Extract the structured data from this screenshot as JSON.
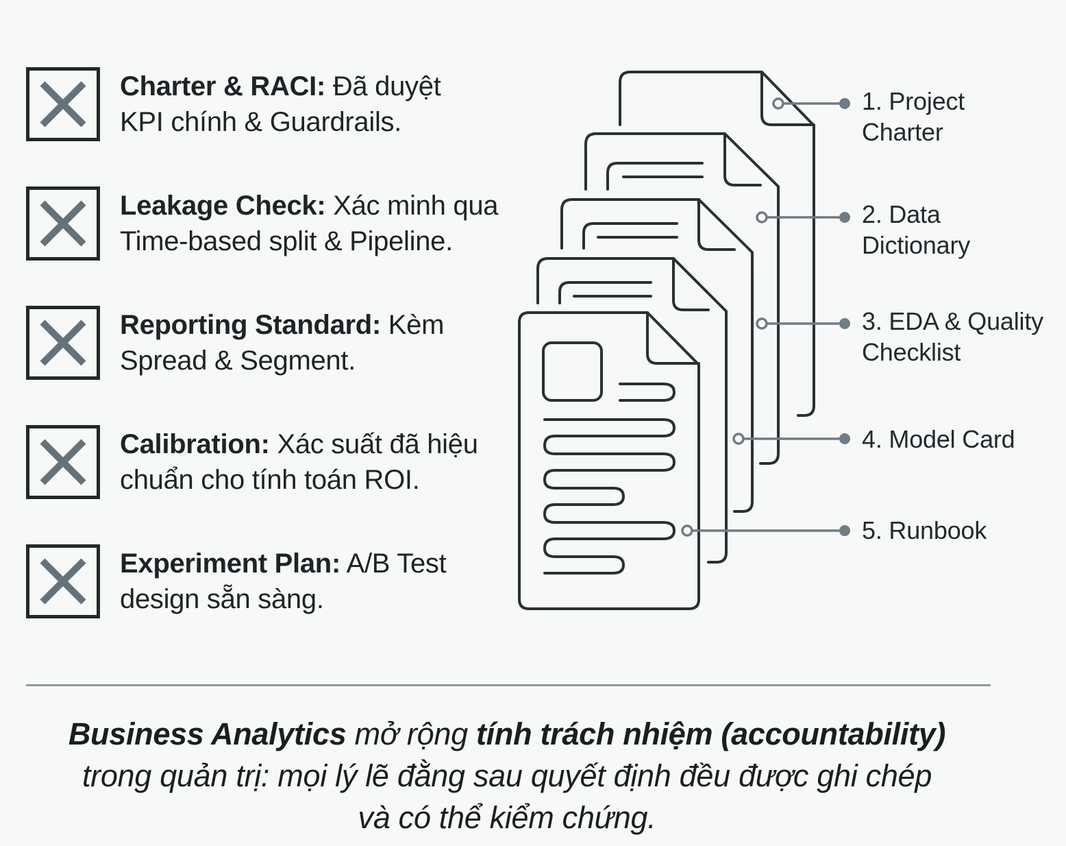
{
  "checklist": [
    {
      "title": "Charter & RACI:",
      "line1": "Đã duyệt",
      "line2": "KPI chính & Guardrails."
    },
    {
      "title": "Leakage Check:",
      "line1": "Xác minh qua",
      "line2": "Time-based split & Pipeline."
    },
    {
      "title": "Reporting Standard:",
      "line1": "Kèm",
      "line2": "Spread & Segment."
    },
    {
      "title": "Calibration:",
      "line1": "Xác suất đã hiệu",
      "line2": "chuẩn cho tính toán ROI."
    },
    {
      "title": "Experiment Plan:",
      "line1": "A/B Test",
      "line2": "design sẵn sàng."
    }
  ],
  "documents": [
    {
      "line1": "1. Project",
      "line2": "Charter"
    },
    {
      "line1": "2. Data",
      "line2": "Dictionary"
    },
    {
      "line1": "3. EDA & Quality",
      "line2": "Checklist"
    },
    {
      "line1": "4. Model Card",
      "line2": ""
    },
    {
      "line1": "5. Runbook",
      "line2": ""
    }
  ],
  "caption": {
    "part1": "Business Analytics",
    "part2": " mở rộng ",
    "part3": "tính trách nhiệm (accountability)",
    "line2": "trong quản trị: mọi lý lẽ đằng sau quyết định đều được ghi chép",
    "line3": "và có thể kiểm chứng."
  },
  "colors": {
    "box_border": "#23282c",
    "x_mark": "#66727a",
    "doc_stroke": "#2b3034",
    "connector": "#707c84",
    "divider": "#8e999f"
  }
}
